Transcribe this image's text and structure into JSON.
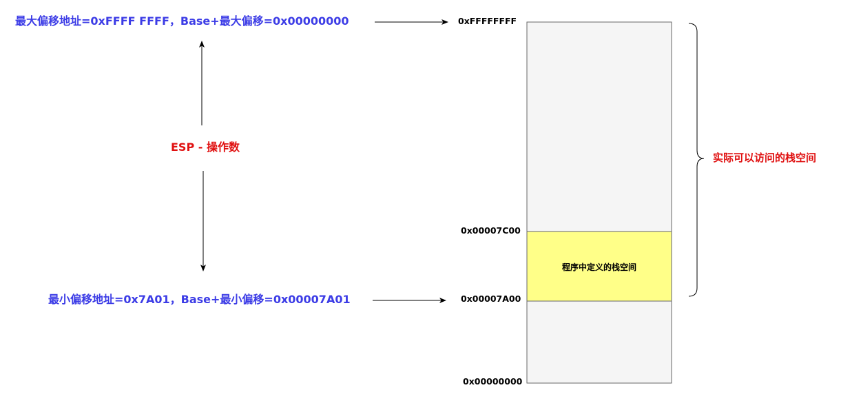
{
  "labels": {
    "max_offset": "最大偏移地址=0xFFFF FFFF，Base+最大偏移=0x00000000",
    "min_offset": "最小偏移地址=0x7A01，Base+最小偏移=0x00007A01",
    "esp_operand": "ESP - 操作数",
    "accessible_stack": "实际可以访问的栈空间",
    "program_stack": "程序中定义的栈空间"
  },
  "addresses": {
    "top": "0xFFFFFFFF",
    "stack_top": "0x00007C00",
    "stack_bottom": "0x00007A00",
    "zero": "0x00000000"
  },
  "colors": {
    "blue_text": "#3c3ce6",
    "red_text": "#e01010",
    "memory_fill": "#f5f5f5",
    "stack_fill": "#ffff88",
    "border": "#666666"
  }
}
